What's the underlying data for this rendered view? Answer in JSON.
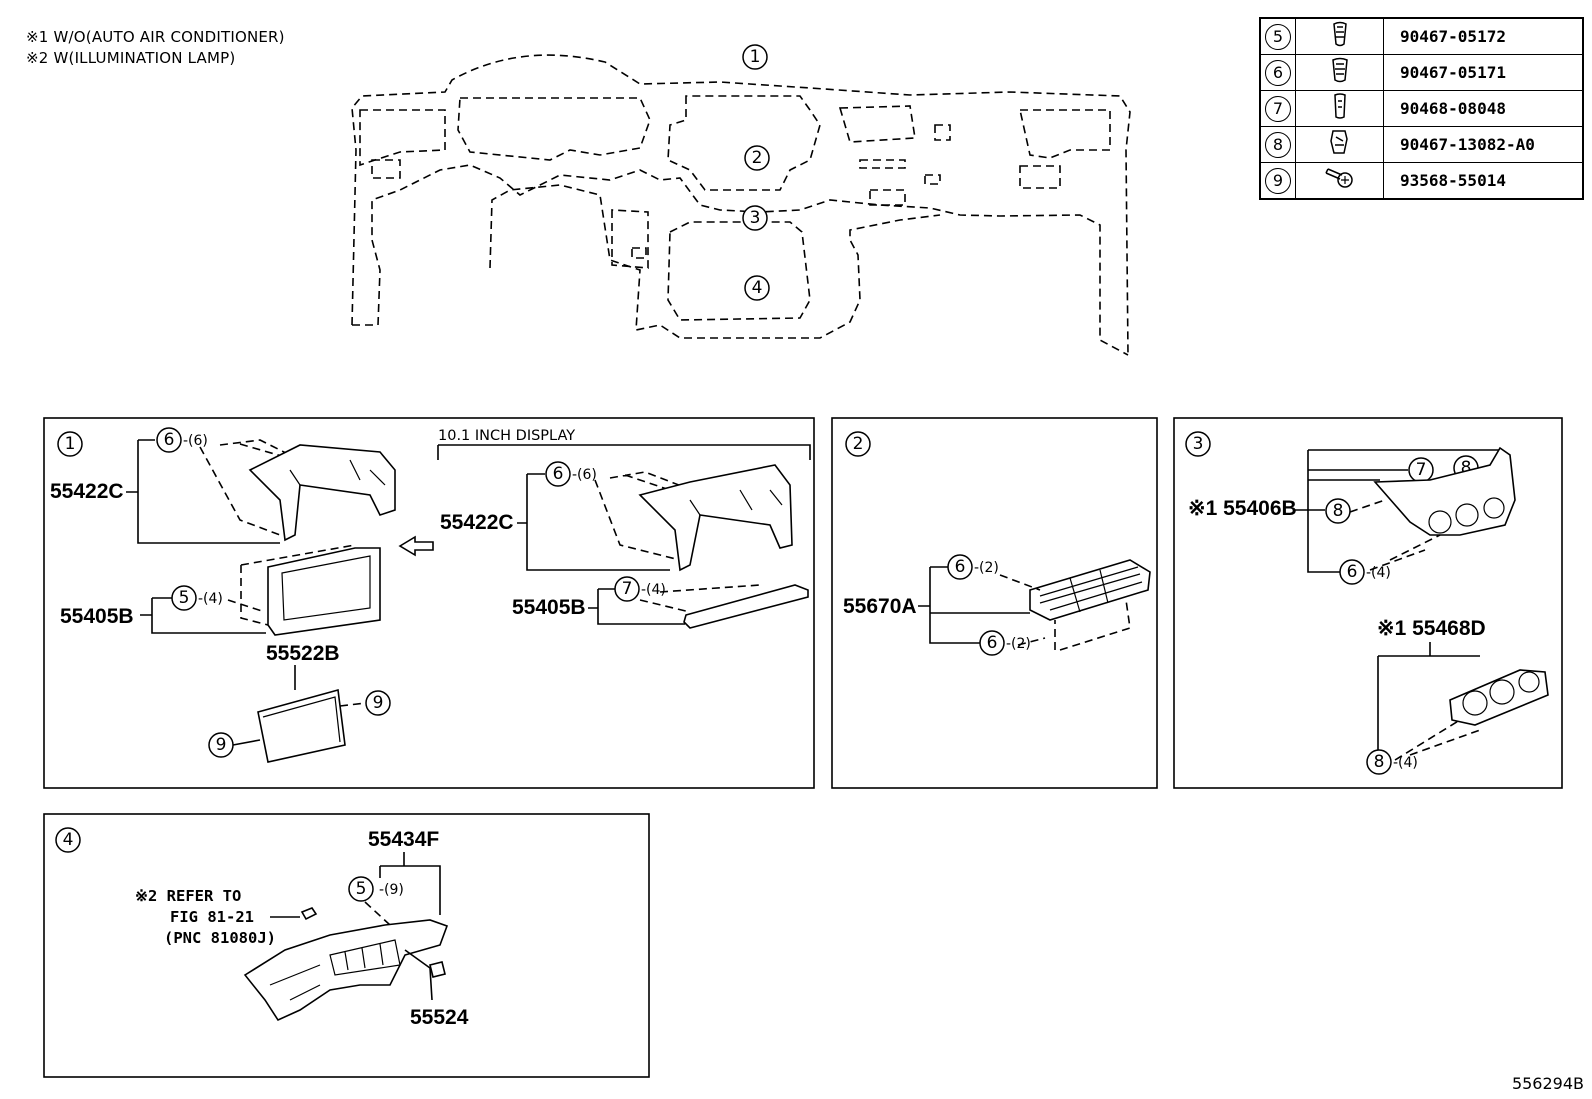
{
  "notes": [
    "※1 W/O(AUTO AIR CONDITIONER)",
    "※2 W(ILLUMINATION LAMP)"
  ],
  "figure_id": "556294B",
  "overview_callouts": [
    "1",
    "2",
    "3",
    "4"
  ],
  "fastener_table": [
    {
      "key": "5",
      "icon": "clip-icon",
      "part_no": "90467-05172"
    },
    {
      "key": "6",
      "icon": "clip-icon",
      "part_no": "90467-05171"
    },
    {
      "key": "7",
      "icon": "clip-icon",
      "part_no": "90468-08048"
    },
    {
      "key": "8",
      "icon": "clip-icon",
      "part_no": "90467-13082-A0"
    },
    {
      "key": "9",
      "icon": "screw-icon",
      "part_no": "93568-55014"
    }
  ],
  "panels": [
    {
      "id": "1",
      "subtitle": "10.1 INCH DISPLAY",
      "labels": [
        "55422C",
        "55405B",
        "55522B",
        "55422C",
        "55405B"
      ],
      "fasteners": [
        {
          "key": "6",
          "qty": "-(6)"
        },
        {
          "key": "5",
          "qty": "-(4)"
        },
        {
          "key": "9",
          "qty": ""
        },
        {
          "key": "9",
          "qty": ""
        },
        {
          "key": "6",
          "qty": "-(6)"
        },
        {
          "key": "7",
          "qty": "-(4)"
        }
      ]
    },
    {
      "id": "2",
      "labels": [
        "55670A"
      ],
      "fasteners": [
        {
          "key": "6",
          "qty": "-(2)"
        },
        {
          "key": "6",
          "qty": "-(2)"
        }
      ]
    },
    {
      "id": "3",
      "labels": [
        "※1 55406B",
        "※1 55468D"
      ],
      "fasteners": [
        {
          "key": "7",
          "qty": ""
        },
        {
          "key": "8",
          "qty": ""
        },
        {
          "key": "8",
          "qty": ""
        },
        {
          "key": "6",
          "qty": "-(4)"
        },
        {
          "key": "8",
          "qty": "-(4)"
        }
      ]
    },
    {
      "id": "4",
      "labels": [
        "55434F",
        "55524"
      ],
      "refer": [
        "※2 REFER TO",
        "FIG 81-21",
        "(PNC 81080J)"
      ],
      "fasteners": [
        {
          "key": "5",
          "qty": "-(9)"
        }
      ]
    }
  ]
}
